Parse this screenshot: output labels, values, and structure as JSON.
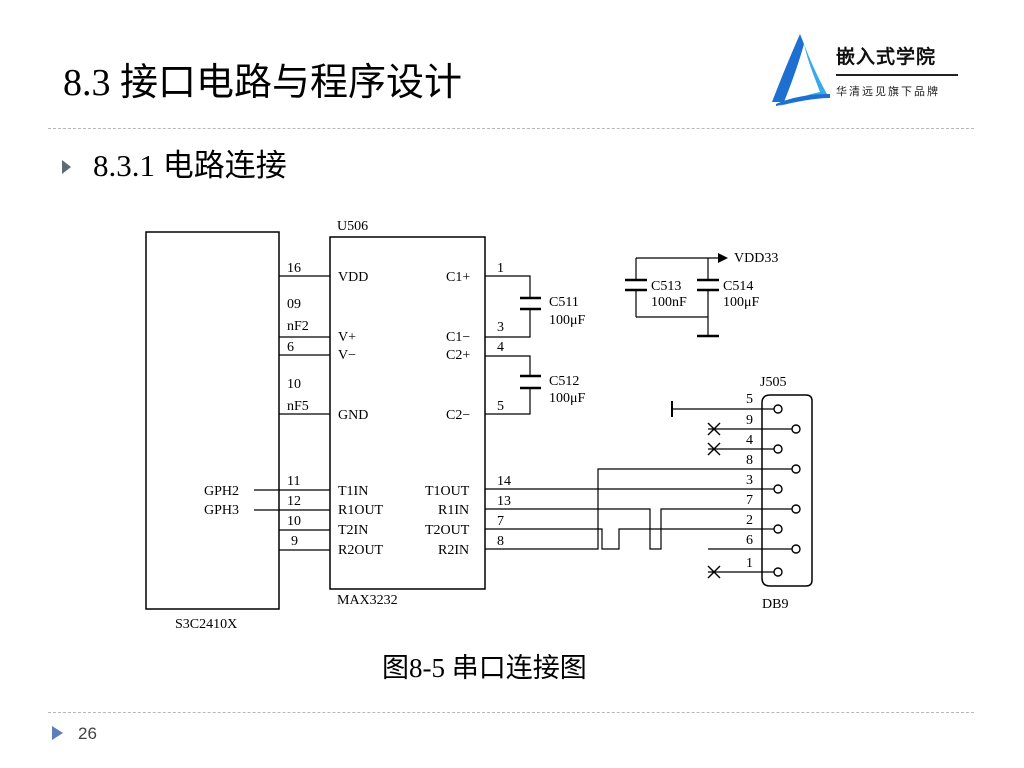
{
  "slide": {
    "title": "8.3 接口电路与程序设计",
    "section": "8.3.1 电路连接",
    "caption": "图8-5 串口连接图",
    "page_number": "26"
  },
  "logo": {
    "name": "嵌入式学院",
    "slogan": "华清远见旗下品牌",
    "colors": {
      "primary": "#1e6fd0",
      "accent": "#39a8ec"
    }
  },
  "diagram": {
    "cpu": {
      "name": "S3C2410X",
      "signals": [
        "GPH2",
        "GPH3"
      ]
    },
    "chip": {
      "ref": "U506",
      "part": "MAX3232",
      "left_pins": [
        {
          "num": "16",
          "name": "VDD"
        },
        {
          "num": "09\nnF2",
          "name": "V+"
        },
        {
          "num": "6",
          "name": "V−"
        },
        {
          "num": "10\nnF5",
          "name": "GND"
        },
        {
          "num": "11",
          "name": "T1IN"
        },
        {
          "num": "12",
          "name": "R1OUT"
        },
        {
          "num": "10",
          "name": "T2IN"
        },
        {
          "num": "9",
          "name": "R2OUT"
        }
      ],
      "right_pins": [
        {
          "num": "1",
          "name": "C1+"
        },
        {
          "num": "3",
          "name": "C1−"
        },
        {
          "num": "4",
          "name": "C2+"
        },
        {
          "num": "5",
          "name": "C2−"
        },
        {
          "num": "14",
          "name": "T1OUT"
        },
        {
          "num": "13",
          "name": "R1IN"
        },
        {
          "num": "7",
          "name": "T2OUT"
        },
        {
          "num": "8",
          "name": "R2IN"
        }
      ]
    },
    "capacitors": [
      {
        "ref": "C511",
        "value": "100μF"
      },
      {
        "ref": "C512",
        "value": "100μF"
      },
      {
        "ref": "C513",
        "value": "100nF"
      },
      {
        "ref": "C514",
        "value": "100μF"
      }
    ],
    "power_net": "VDD33",
    "connector": {
      "ref": "J505",
      "type": "DB9",
      "pins": [
        "5",
        "9",
        "4",
        "8",
        "3",
        "7",
        "2",
        "6",
        "1"
      ]
    }
  }
}
